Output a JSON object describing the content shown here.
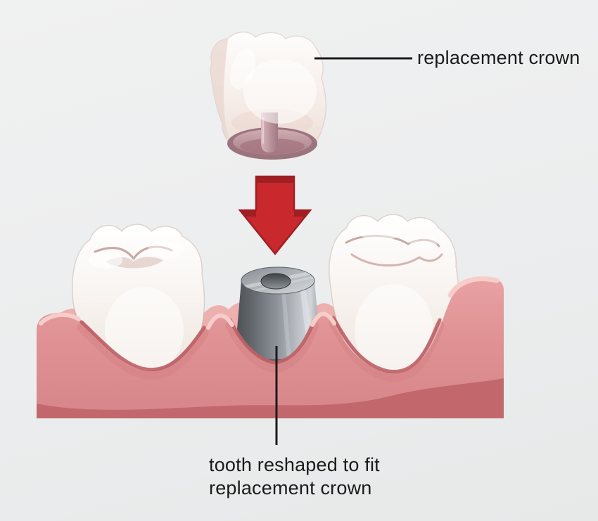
{
  "figure": {
    "type": "dental-crown-procedure-illustration",
    "labels": {
      "crown": "replacement crown",
      "abutment_line1": "tooth reshaped to fit",
      "abutment_line2": "replacement crown"
    },
    "scene": {
      "arrow": "down-arrow",
      "parts": [
        "replacement crown",
        "left molar",
        "reshaped abutment tooth",
        "right molar",
        "gums"
      ]
    },
    "colors": {
      "background": "#eceeee",
      "label_text": "#1b1b1b",
      "leader_line": "#1b1b1b",
      "arrow_red": "#c9282d",
      "arrow_dark_red": "#9e1f24",
      "gum_main": "#df9193",
      "gum_light": "#ecb0ae",
      "gum_dark_band": "#c2686c",
      "gum_crevice": "#bd6166",
      "gum_highlight": "#f6cdc9",
      "tooth_white": "#f7f2ee",
      "tooth_shadow": "#e9ddd5",
      "metal_dark": "#4b4f54",
      "metal_light": "#d2d6da",
      "crown_inner": "#b98e97",
      "crown_inner_dark": "#9b747d"
    }
  }
}
